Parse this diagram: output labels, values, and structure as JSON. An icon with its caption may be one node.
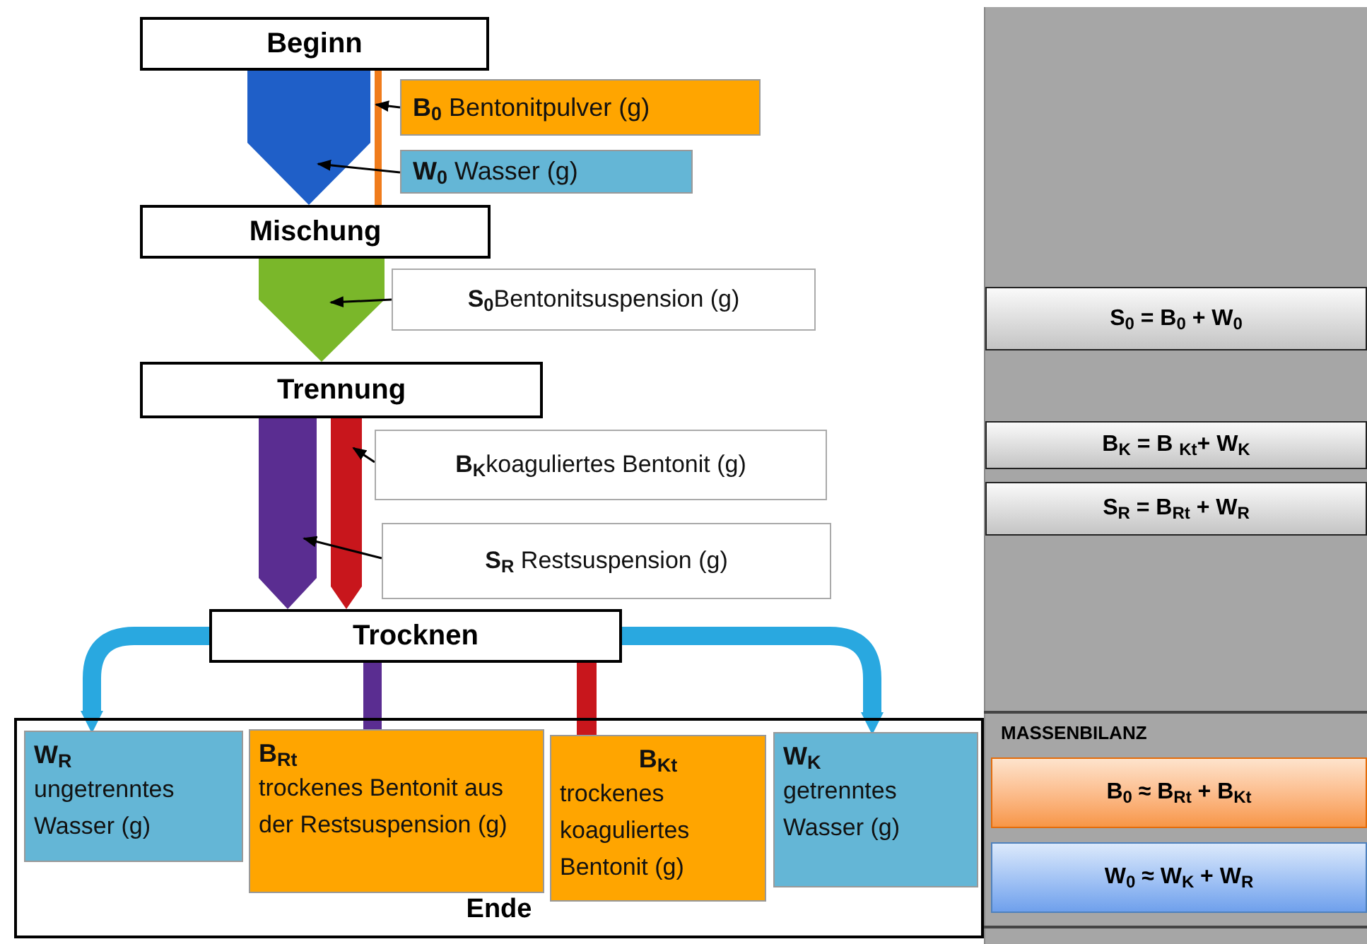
{
  "diagram": {
    "nodes": [
      {
        "text": [
          "Beginn"
        ]
      },
      {
        "text": [
          "**B**$_{0}$ Bentonitpulver (g)"
        ]
      },
      {
        "text": [
          "**W**$_{0}$ Wasser (g)"
        ]
      },
      {
        "text": [
          "Mischung"
        ]
      },
      {
        "text": [
          "**S**$_{0}$Bentonitsuspension (g)"
        ]
      },
      {
        "text": [
          "Trennung"
        ]
      },
      {
        "text": [
          "**B**$_{K}$koaguliertes Bentonit (g)"
        ]
      },
      {
        "text": [
          "**S**$_{R}$ Restsuspension (g)"
        ]
      },
      {
        "text": [
          "Trocknen"
        ]
      },
      {
        "text": [
          "Ende"
        ]
      },
      {
        "text": [
          "W$_{R}$",
          "ungetrenntes Wasser (g)"
        ],
        "in": 9
      },
      {
        "text": [
          "B$_{Rt}$",
          "trockenes Bentonit aus der Restsuspension (g)"
        ],
        "in": 9
      },
      {
        "text": [
          "B$_{Kt}$",
          "trockenes koaguliertes Bentonit (g)"
        ],
        "in": 9
      },
      {
        "text": [
          "W$_{K}$",
          "getrenntes Wasser (g)"
        ],
        "in": 9
      },
      {
        "text": [
          "S$_{0}$ =  B$_{0}$ + W$_{0}$"
        ]
      },
      {
        "text": [
          "B$_{K}$  =  B $_{Kt}$+ W$_{K}$"
        ]
      },
      {
        "text": [
          "S$_{R}$ = B$_{Rt}$ +  W$_{R}$"
        ]
      },
      {
        "text": [
          "B$_{0}$ ≈  B$_{Rt}$ + B$_{Kt}$"
        ]
      },
      {
        "text": [
          "W$_{0}$ ≈ W$_{K}$ +  W$_{R}$"
        ]
      }
    ],
    "edges": [
      {
        "from": 0,
        "to": 3,
        "arrow": "to",
        "style": "thick",
        "color": "#1f5fc8"
      },
      {
        "from": 0,
        "to": 3,
        "arrow": "none",
        "color": "#f07c1c"
      },
      {
        "from": 3,
        "to": 5,
        "arrow": "to",
        "style": "thick",
        "color": "#7ab72a"
      },
      {
        "from": 5,
        "to": 8,
        "arrow": "to",
        "style": "thick",
        "color": "#5a2d91"
      },
      {
        "from": 5,
        "to": 8,
        "arrow": "to",
        "color": "#c8161c"
      },
      {
        "from": 8,
        "to": 10,
        "arrow": "to",
        "color": "#29a8e0"
      },
      {
        "from": 8,
        "to": 11,
        "arrow": "none",
        "color": "#5a2d91"
      },
      {
        "from": 8,
        "to": 12,
        "arrow": "none",
        "color": "#c8161c"
      },
      {
        "from": 8,
        "to": 13,
        "arrow": "to",
        "color": "#29a8e0"
      },
      {
        "from": 1,
        "to": null,
        "arrow": "to"
      },
      {
        "from": 2,
        "to": null,
        "arrow": "to"
      },
      {
        "from": 4,
        "to": null,
        "arrow": "to"
      },
      {
        "from": 6,
        "to": null,
        "arrow": "to"
      },
      {
        "from": 7,
        "to": null,
        "arrow": "to"
      }
    ],
    "labels": [
      "MASSENBILANZ"
    ]
  }
}
